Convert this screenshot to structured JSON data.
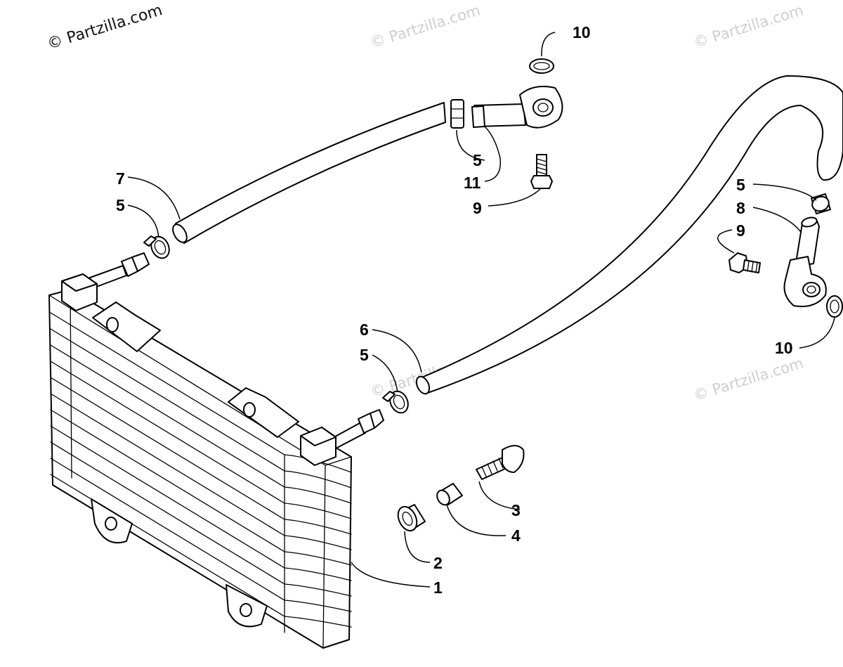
{
  "watermarks": {
    "main": "© Partzilla.com",
    "faint": "© Partzilla.com"
  },
  "callouts": {
    "c1": "1",
    "c2": "2",
    "c3": "3",
    "c4": "4",
    "c5a": "5",
    "c5b": "5",
    "c5c": "5",
    "c5d": "5",
    "c6": "6",
    "c7": "7",
    "c8": "8",
    "c9a": "9",
    "c9b": "9",
    "c10a": "10",
    "c10b": "10",
    "c11": "11"
  },
  "colors": {
    "line": "#000000",
    "background": "#ffffff",
    "watermark": "#cfcfcf"
  }
}
